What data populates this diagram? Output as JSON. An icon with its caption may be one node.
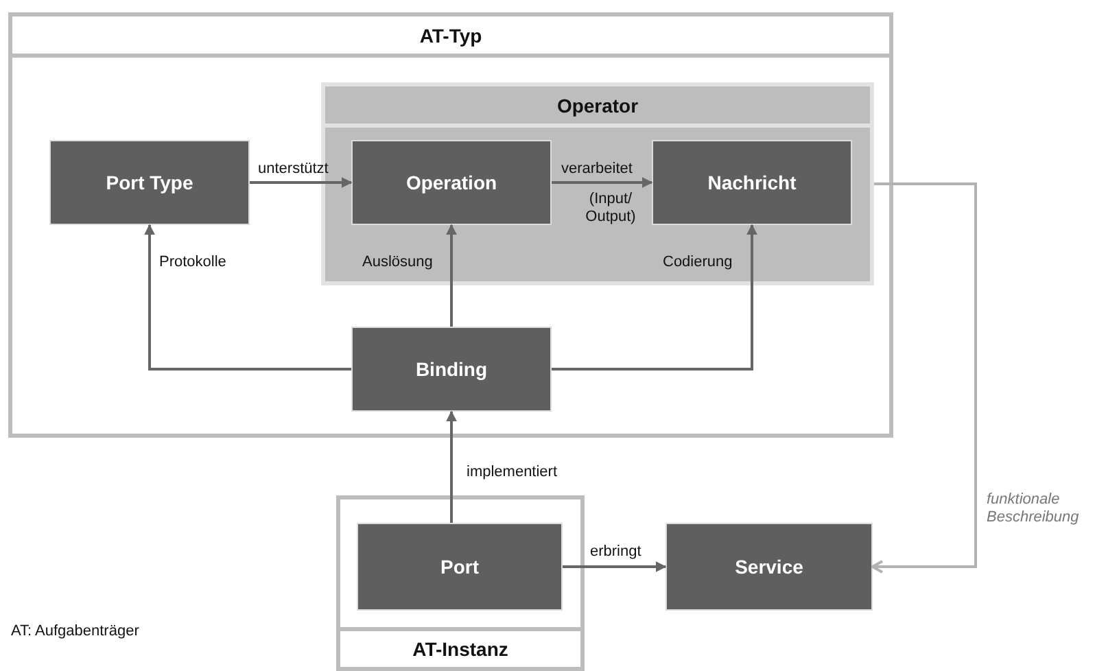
{
  "diagram": {
    "nodes": [
      {
        "text": [
          "AT-Typ"
        ]
      },
      {
        "text": [
          "Operator"
        ],
        "in": 0
      },
      {
        "text": [
          "Port Type"
        ],
        "in": 0
      },
      {
        "text": [
          "Operation"
        ],
        "in": 1
      },
      {
        "text": [
          "Nachricht"
        ],
        "in": 1
      },
      {
        "text": [
          "Binding"
        ],
        "in": 0
      },
      {
        "text": [
          "AT-Instanz"
        ]
      },
      {
        "text": [
          "Port"
        ],
        "in": 6
      },
      {
        "text": [
          "Service"
        ]
      }
    ],
    "edges": [
      {
        "from": 2,
        "to": 3,
        "arrow": "to",
        "label": "unterstützt"
      },
      {
        "from": 3,
        "to": 4,
        "arrow": "to",
        "label": "verarbeitet"
      },
      {
        "from": 5,
        "to": 2,
        "arrow": "to",
        "label": "Protokolle"
      },
      {
        "from": 5,
        "to": 3,
        "arrow": "to",
        "label": "Auslösung"
      },
      {
        "from": 5,
        "to": 4,
        "arrow": "to",
        "label": "Codierung"
      },
      {
        "from": 7,
        "to": 5,
        "arrow": "to",
        "label": "implementiert"
      },
      {
        "from": 7,
        "to": 8,
        "arrow": "to",
        "label": "erbringt"
      },
      {
        "from": 1,
        "to": 8,
        "arrow": "to",
        "label": "funktionale Beschreibung",
        "color": "#b3b3b3"
      }
    ],
    "labels": [
      "(Input/ Output)",
      "AT: Aufgabenträger"
    ]
  }
}
